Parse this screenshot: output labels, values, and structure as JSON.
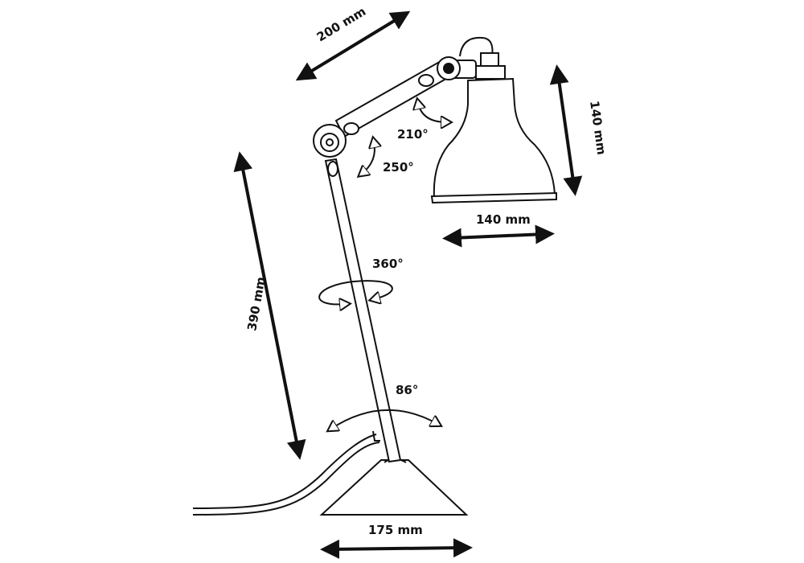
{
  "dimensions": {
    "arm_length": "200 mm",
    "shade_height": "140 mm",
    "shade_diameter": "140 mm",
    "lamp_height": "390 mm",
    "base_diameter": "175 mm"
  },
  "rotations": {
    "shade": "210°",
    "elbow": "250°",
    "swivel": "360°",
    "base_tilt": "86°"
  }
}
